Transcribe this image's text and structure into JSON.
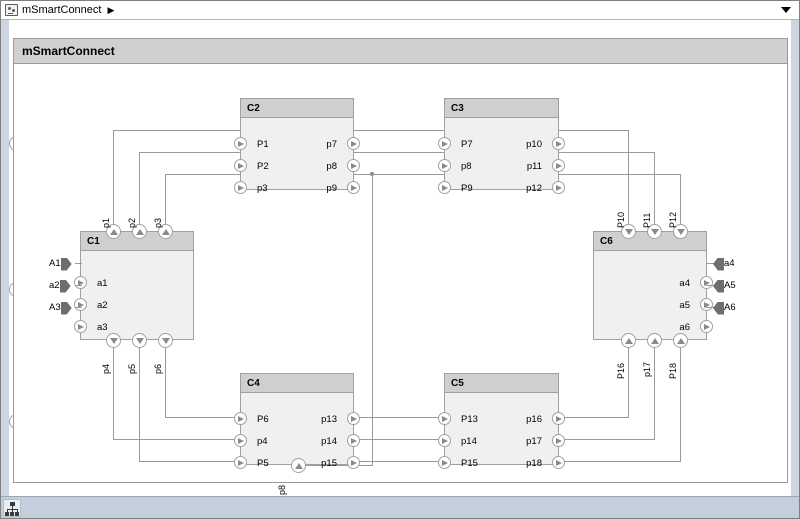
{
  "window": {
    "breadcrumb_icon": "model-icon",
    "breadcrumb_label": "mSmartConnect",
    "breadcrumb_separator": "▶",
    "caret_icon": "chevron-down-icon"
  },
  "system": {
    "title": "mSmartConnect"
  },
  "status": {
    "icon": "hierarchy-icon"
  },
  "blocks": [
    {
      "id": "C2",
      "name": "C2",
      "inputs": [
        "P1",
        "P2",
        "p3"
      ],
      "outputs": [
        "p7",
        "p8",
        "p9"
      ],
      "top_ports": [],
      "bottom_ports": []
    },
    {
      "id": "C3",
      "name": "C3",
      "inputs": [
        "P7",
        "p8",
        "P9"
      ],
      "outputs": [
        "p10",
        "p11",
        "p12"
      ],
      "top_ports": [],
      "bottom_ports": []
    },
    {
      "id": "C1",
      "name": "C1",
      "inputs": [
        "a1",
        "a2",
        "a3"
      ],
      "outputs": [],
      "top_ports": [
        "p1",
        "p2",
        "p3"
      ],
      "bottom_ports": [
        "p4",
        "p5",
        "p6"
      ]
    },
    {
      "id": "C6",
      "name": "C6",
      "inputs": [],
      "outputs": [
        "a4",
        "a5",
        "a6"
      ],
      "top_ports": [
        "P10",
        "P11",
        "P12"
      ],
      "bottom_ports": [
        "P16",
        "p17",
        "P18"
      ]
    },
    {
      "id": "C4",
      "name": "C4",
      "inputs": [
        "P6",
        "p4",
        "P5"
      ],
      "outputs": [
        "p13",
        "p14",
        "p15"
      ],
      "top_ports": [],
      "bottom_ports": [
        "p8"
      ]
    },
    {
      "id": "C5",
      "name": "C5",
      "inputs": [
        "P13",
        "p14",
        "P15"
      ],
      "outputs": [
        "p16",
        "p17",
        "p18"
      ],
      "top_ports": [],
      "bottom_ports": []
    }
  ],
  "root_ports": {
    "left": [
      "A1",
      "a2",
      "A3"
    ],
    "right": [
      "a4",
      "A5",
      "A6"
    ]
  },
  "block_side_connectors": {
    "c1_left": [
      "A1",
      "a2",
      "A3"
    ],
    "c6_right": [
      "a4",
      "A5",
      "A6"
    ]
  },
  "colors": {
    "block_fill": "#f0f0f0",
    "block_header": "#cfcfcf",
    "frame_header": "#d0d0d0",
    "wire": "#9a9a9a",
    "port_fill": "#6e6e6e",
    "edge_strip": "#ccd5e0",
    "status_bar": "#c3cfdd"
  }
}
